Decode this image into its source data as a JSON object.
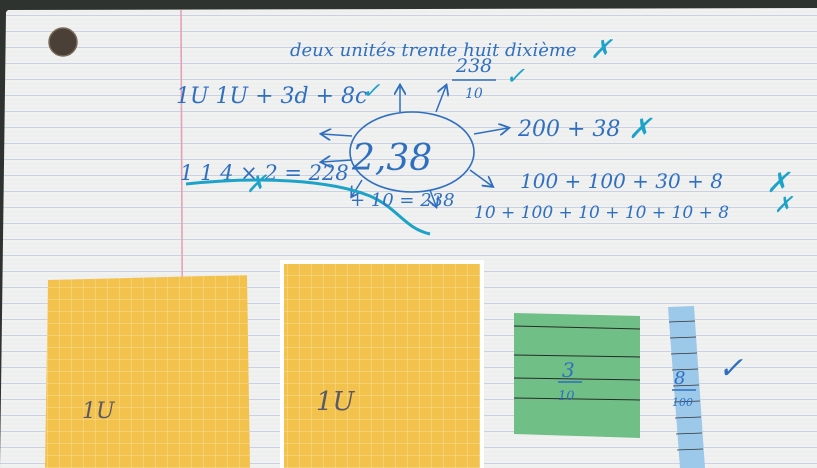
{
  "handwriting": {
    "title": "deux unités trente huit dixième",
    "title_mark": "✗",
    "line_decomposition": "1U 1U + 3d + 8c",
    "line_decomposition_mark": "✓",
    "fraction_num": "238",
    "fraction_den": "10",
    "fraction_mark": "✓",
    "center_number": "2,38",
    "right_1": "200 + 38",
    "right_1_mark": "✗",
    "right_2": "100 + 100 + 30 + 8",
    "right_2_mark": "✗",
    "right_3": "10 + 100 + 10 + 10 + 10 + 8",
    "right_3_mark": "✗",
    "left_1": "1 1 4 × 2 = 228",
    "left_1_mark": "✗",
    "bottom_1": "+ 10 = 238"
  },
  "cards": {
    "card1_label": "1U",
    "card2_label": "1U",
    "green_num": "3",
    "green_den": "10",
    "strip_num": "8",
    "strip_den": "100",
    "strip_mark": "✓"
  },
  "colors": {
    "ink": "#2f6fbf",
    "correction": "#1ea3c8",
    "paper": "#f1f1ef",
    "grid": "#c9d3e3",
    "margin": "#e3a1b8",
    "yellow_card": "#f3c24c",
    "green_card": "#6fbf86",
    "blue_strip": "#9cc8ea"
  }
}
